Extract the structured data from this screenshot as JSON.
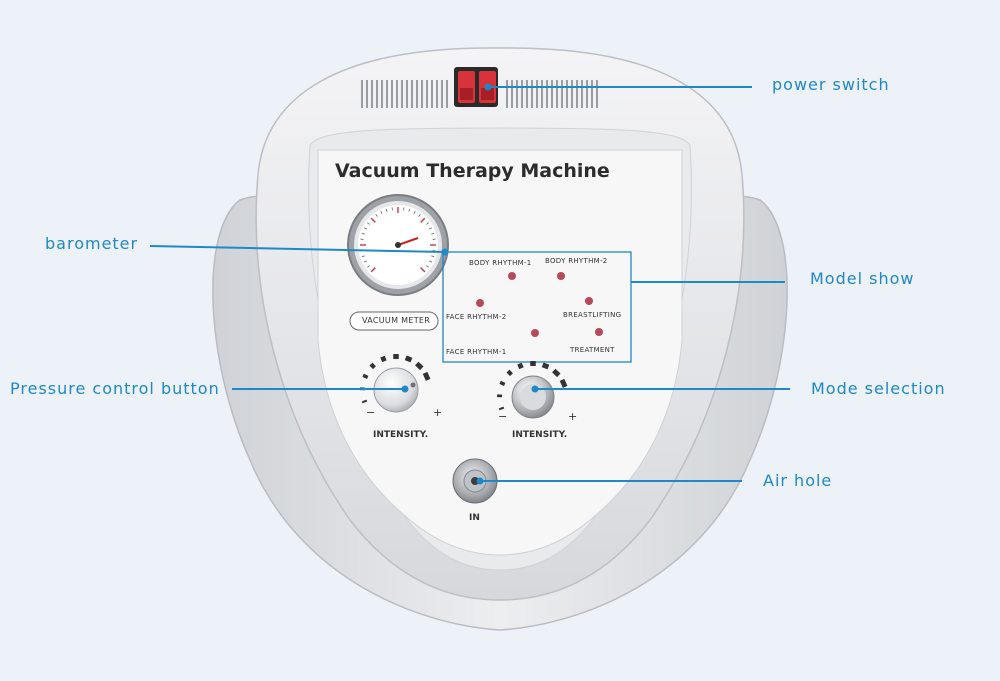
{
  "device": {
    "title": "Vacuum Therapy Machine",
    "meter_label": "VACUUM METER",
    "modes": [
      "BODY RHYTHM-1",
      "BODY RHYTHM-2",
      "FACE RHYTHM-2",
      "BREASTLIFTING",
      "FACE RHYTHM-1",
      "TREATMENT"
    ],
    "knob_left_label": "INTENSITY.",
    "knob_right_label": "INTENSITY.",
    "minus": "−",
    "plus": "+",
    "port_label": "IN"
  },
  "callouts": {
    "power_switch": "power switch",
    "barometer": "barometer",
    "model_show": "Model show",
    "pressure_control": "Pressure control button",
    "mode_selection": "Mode selection",
    "air_hole": "Air hole"
  },
  "colors": {
    "callout": "#1f88c8",
    "led": "#b8485a",
    "switch": "#d8323a"
  }
}
